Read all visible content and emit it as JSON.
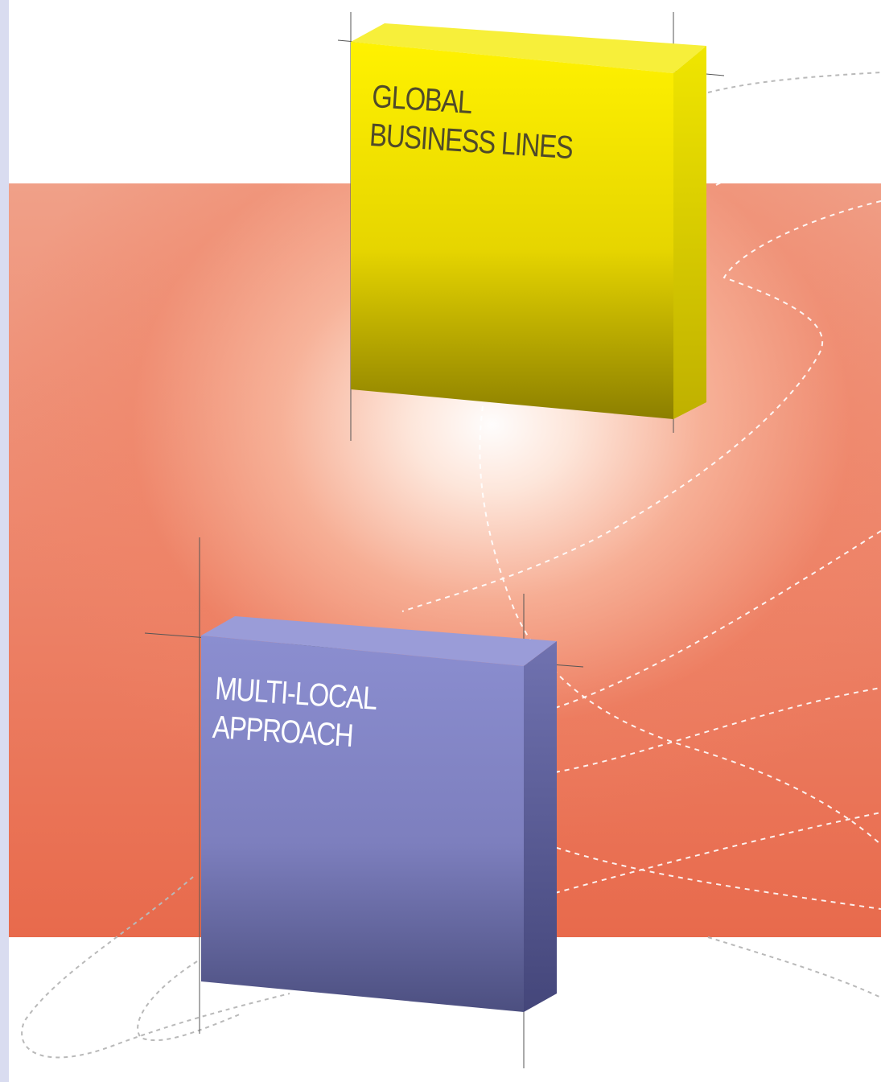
{
  "background": {
    "band_colors": [
      "#f0a088",
      "#e86a4c"
    ],
    "glow_color": "#ffffff",
    "strip_color": "#d9dcf0"
  },
  "boxes": {
    "global": {
      "line1": "GLOBAL",
      "line2": "BUSINESS LINES",
      "face_colors": [
        "#fff200",
        "#e3d200",
        "#8c7f00"
      ],
      "side_color": "#d6cc00",
      "text_color": "#4f4a2a"
    },
    "local": {
      "line1": "MULTI-LOCAL",
      "line2": "APPROACH",
      "face_colors": [
        "#8b8ed0",
        "#7f80bc",
        "#4c4f80"
      ],
      "side_color": "#5a5c96",
      "text_color": "#ffffff"
    }
  },
  "decor": {
    "dashed_curve_color": "#ffffff",
    "guide_line_color": "#555555"
  }
}
